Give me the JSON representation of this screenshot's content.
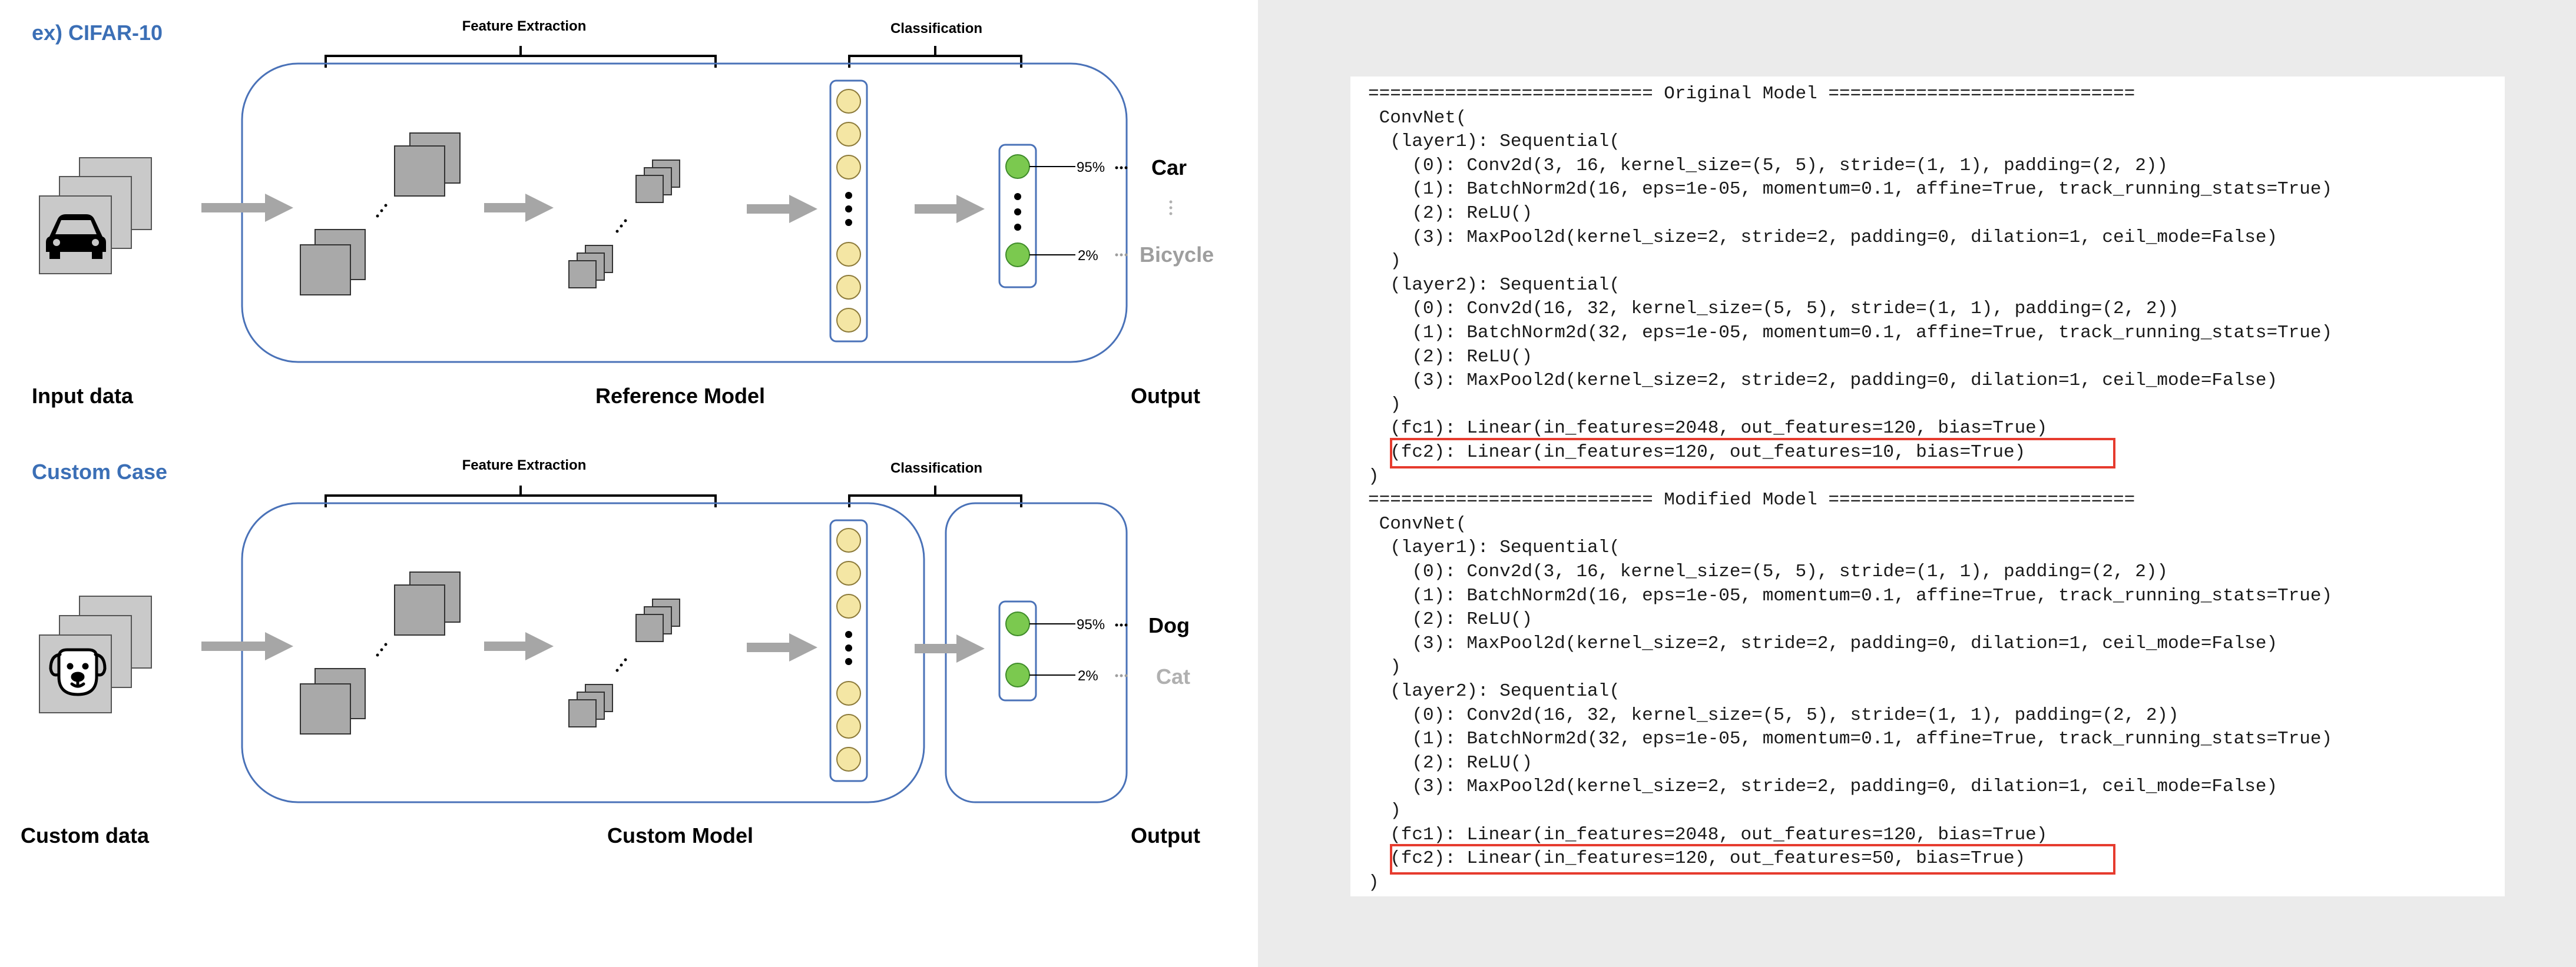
{
  "colors": {
    "blue_label": "#3b6fb6",
    "panel_stroke": "#4a72b8",
    "neuron_fill": "#f4e6a4",
    "neuron_stroke": "#8c7a3a",
    "output_fill": "#7bc94f",
    "output_stroke": "#3f8b2a",
    "arrow": "#a6a6a6",
    "grey_label": "#9e9e9e",
    "highlight": "#e63b2e",
    "code_bg": "#ebebeb"
  },
  "top": {
    "case_title": "ex) CIFAR-10",
    "feature_extraction": "Feature Extraction",
    "classification": "Classification",
    "input_label": "Input data",
    "model_label": "Reference Model",
    "output_label": "Output",
    "prob_high": "95%",
    "prob_low": "2%",
    "class_high": "Car",
    "class_low": "Bicycle",
    "input_icon": "car-icon"
  },
  "bottom": {
    "case_title": "Custom Case",
    "feature_extraction": "Feature Extraction",
    "classification": "Classification",
    "input_label": "Custom data",
    "model_label": "Custom Model",
    "output_label": "Output",
    "prob_high": "95%",
    "prob_low": "2%",
    "class_high": "Dog",
    "class_low": "Cat",
    "input_icon": "dog-icon"
  },
  "code": {
    "lines": [
      "========================== Original Model ============================",
      " ConvNet(",
      "  (layer1): Sequential(",
      "    (0): Conv2d(3, 16, kernel_size=(5, 5), stride=(1, 1), padding=(2, 2))",
      "    (1): BatchNorm2d(16, eps=1e-05, momentum=0.1, affine=True, track_running_stats=True)",
      "    (2): ReLU()",
      "    (3): MaxPool2d(kernel_size=2, stride=2, padding=0, dilation=1, ceil_mode=False)",
      "  )",
      "  (layer2): Sequential(",
      "    (0): Conv2d(16, 32, kernel_size=(5, 5), stride=(1, 1), padding=(2, 2))",
      "    (1): BatchNorm2d(32, eps=1e-05, momentum=0.1, affine=True, track_running_stats=True)",
      "    (2): ReLU()",
      "    (3): MaxPool2d(kernel_size=2, stride=2, padding=0, dilation=1, ceil_mode=False)",
      "  )",
      "  (fc1): Linear(in_features=2048, out_features=120, bias=True)",
      "  (fc2): Linear(in_features=120, out_features=10, bias=True)",
      ")",
      "========================== Modified Model ============================",
      " ConvNet(",
      "  (layer1): Sequential(",
      "    (0): Conv2d(3, 16, kernel_size=(5, 5), stride=(1, 1), padding=(2, 2))",
      "    (1): BatchNorm2d(16, eps=1e-05, momentum=0.1, affine=True, track_running_stats=True)",
      "    (2): ReLU()",
      "    (3): MaxPool2d(kernel_size=2, stride=2, padding=0, dilation=1, ceil_mode=False)",
      "  )",
      "  (layer2): Sequential(",
      "    (0): Conv2d(16, 32, kernel_size=(5, 5), stride=(1, 1), padding=(2, 2))",
      "    (1): BatchNorm2d(32, eps=1e-05, momentum=0.1, affine=True, track_running_stats=True)",
      "    (2): ReLU()",
      "    (3): MaxPool2d(kernel_size=2, stride=2, padding=0, dilation=1, ceil_mode=False)",
      "  )",
      "  (fc1): Linear(in_features=2048, out_features=120, bias=True)",
      "  (fc2): Linear(in_features=120, out_features=50, bias=True)",
      ")"
    ]
  }
}
